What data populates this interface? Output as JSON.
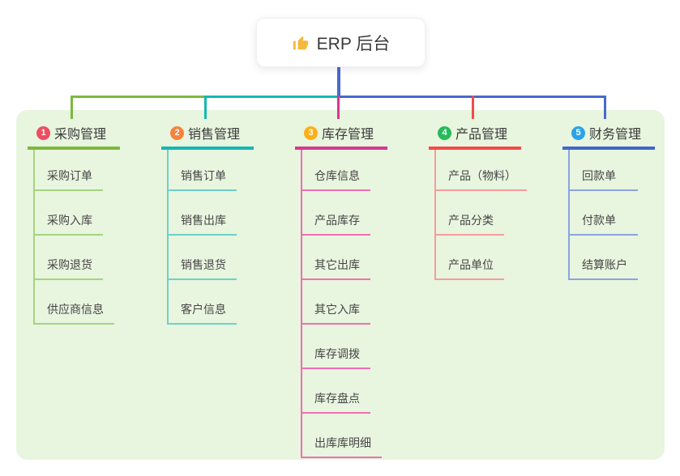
{
  "root": {
    "title": "ERP 后台",
    "icon": "thumbs-up"
  },
  "panel_color": "#E8F5DF",
  "stem_color": "#4A68CF",
  "branches": [
    {
      "num": "1",
      "label": "采购管理",
      "badge_color": "#EF4D62",
      "line_color": "#7CB93E",
      "subline_color": "#A5D47F",
      "items": [
        "采购订单",
        "采购入库",
        "采购退货",
        "供应商信息"
      ]
    },
    {
      "num": "2",
      "label": "销售管理",
      "badge_color": "#F8823C",
      "line_color": "#14B8B4",
      "subline_color": "#6ED0CB",
      "items": [
        "销售订单",
        "销售出库",
        "销售退货",
        "客户信息"
      ]
    },
    {
      "num": "3",
      "label": "库存管理",
      "badge_color": "#FCAF17",
      "line_color": "#D6388F",
      "subline_color": "#EF6FB2",
      "items": [
        "仓库信息",
        "产品库存",
        "其它出库",
        "其它入库",
        "库存调拨",
        "库存盘点",
        "出库库明细"
      ]
    },
    {
      "num": "4",
      "label": "产品管理",
      "badge_color": "#27BA5A",
      "line_color": "#F24B4B",
      "subline_color": "#F79C9C",
      "items": [
        "产品（物料）",
        "产品分类",
        "产品单位"
      ]
    },
    {
      "num": "5",
      "label": "财务管理",
      "badge_color": "#2BA3E8",
      "line_color": "#4365CB",
      "subline_color": "#8CA5DE",
      "items": [
        "回款单",
        "付款单",
        "结算账户"
      ]
    }
  ]
}
